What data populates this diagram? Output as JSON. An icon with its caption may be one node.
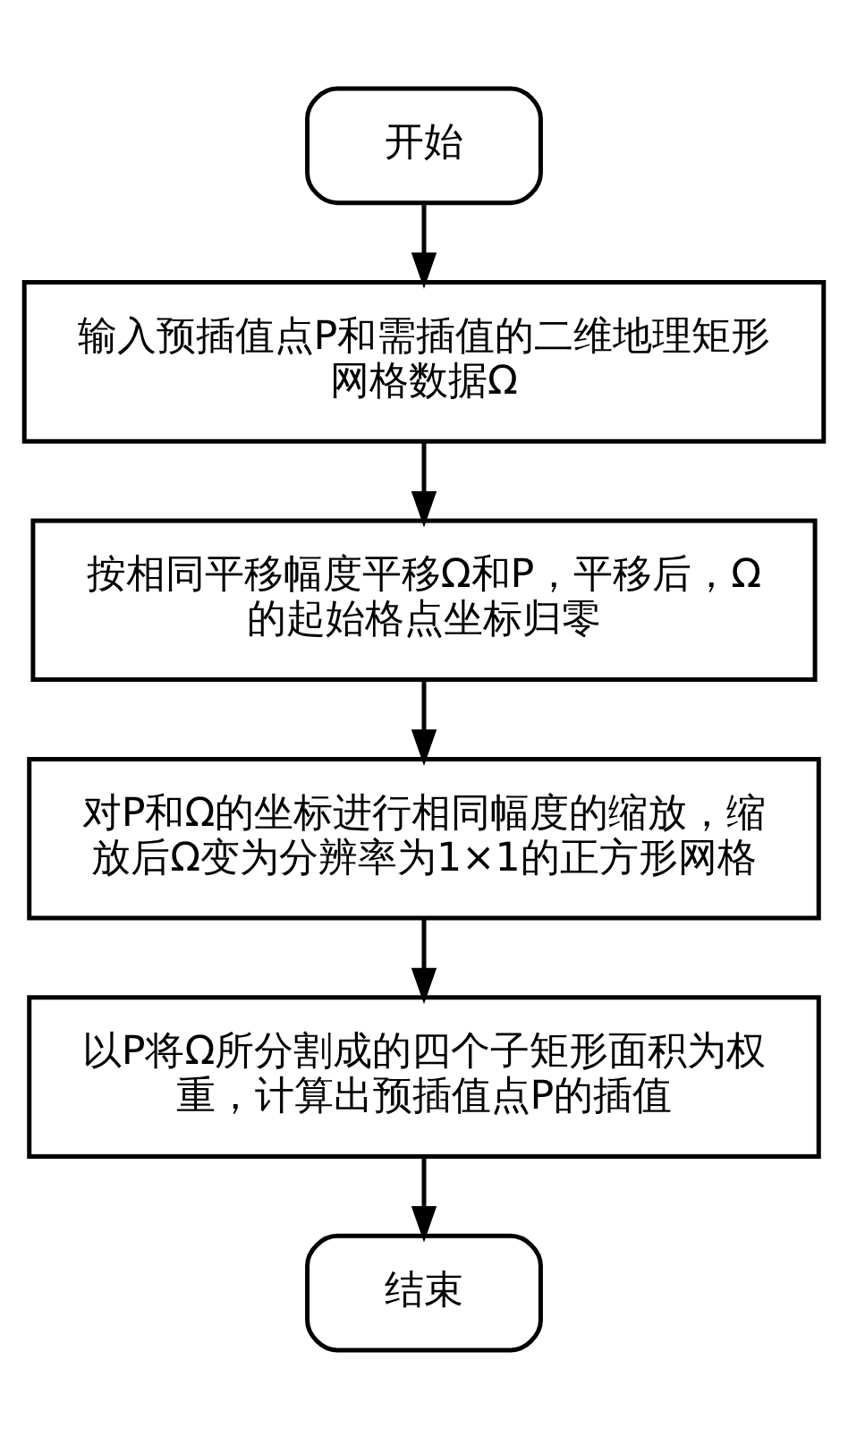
{
  "diagram": {
    "nodes": [
      {
        "text": [
          "开始"
        ]
      },
      {
        "text": [
          "输入预插值点P和需插值的二维地理矩形网格数据Ω"
        ]
      },
      {
        "text": [
          "按相同平移幅度平移Ω和P，平移后，Ω的起始格点坐标归零"
        ]
      },
      {
        "text": [
          "对P和Ω的坐标进行相同幅度的缩放，缩放后Ω变为分辨率为1×1的正方形网格"
        ]
      },
      {
        "text": [
          "以P将Ω所分割成的四个子矩形面积为权重，计算出预插值点P的插值"
        ]
      },
      {
        "text": [
          "结束"
        ]
      }
    ],
    "edges": [
      {
        "from": 0,
        "to": 1,
        "arrow": "to"
      },
      {
        "from": 1,
        "to": 2,
        "arrow": "to"
      },
      {
        "from": 2,
        "to": 3,
        "arrow": "to"
      },
      {
        "from": 3,
        "to": 4,
        "arrow": "to"
      },
      {
        "from": 4,
        "to": 5,
        "arrow": "to"
      }
    ]
  }
}
